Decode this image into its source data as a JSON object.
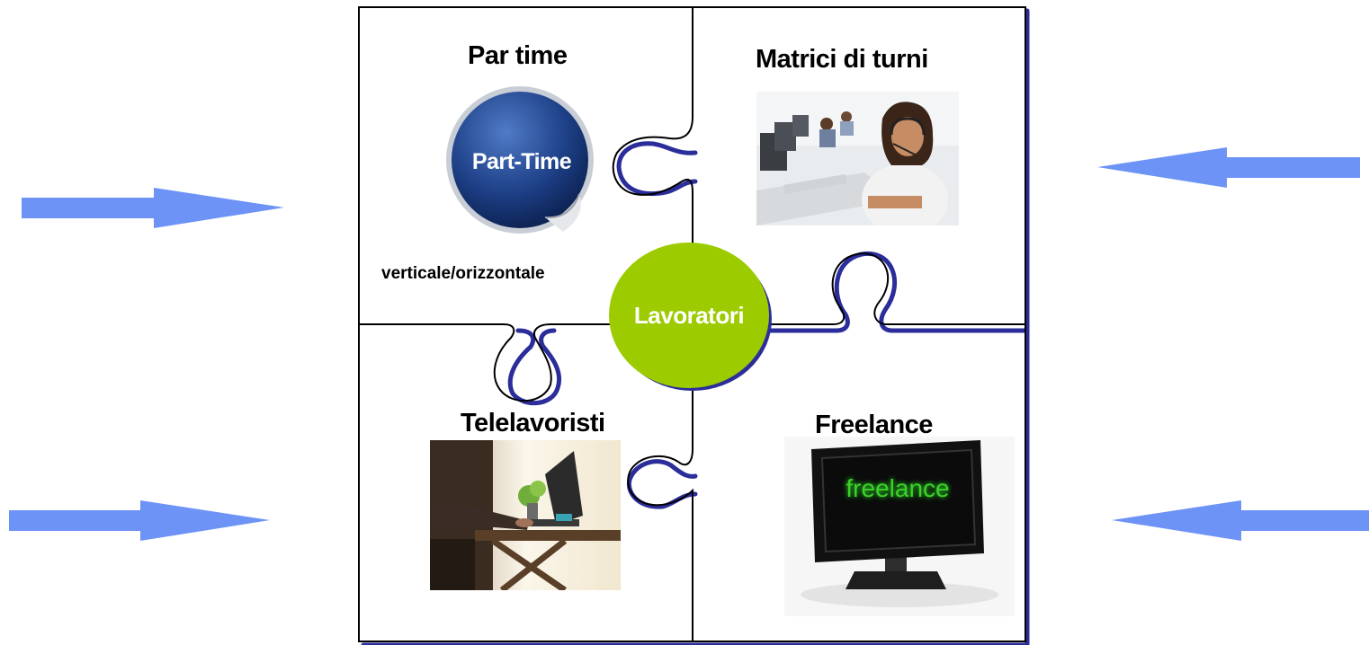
{
  "center": {
    "label": "Lavoratori"
  },
  "pieces": {
    "top_left": {
      "title": "Par time",
      "badge_text": "Part-Time",
      "subtitle": "verticale/orizzontale",
      "image": "part-time-badge"
    },
    "top_right": {
      "title": "Matrici di turni",
      "image": "call-center-photo"
    },
    "bottom_left": {
      "title": "Telelavoristi",
      "image": "laptop-remote-work-photo"
    },
    "bottom_right": {
      "title": "Freelance",
      "screen_text": "freelance",
      "image": "monitor-freelance"
    }
  },
  "colors": {
    "arrow": "#6c93f5",
    "center_circle": "#9ccb00",
    "puzzle_shadow": "#2b2d9a",
    "badge": "#1d3f86"
  }
}
